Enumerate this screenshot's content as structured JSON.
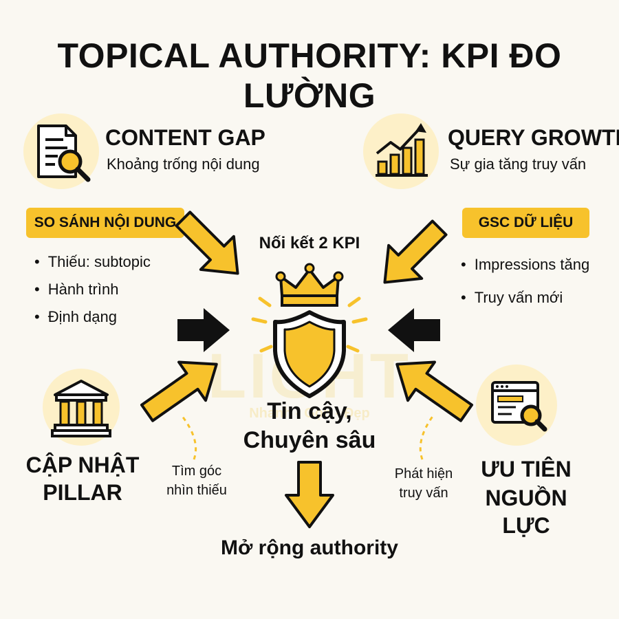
{
  "title": "TOPICAL AUTHORITY: KPI ĐO LƯỜNG",
  "left_kpi": {
    "title": "CONTENT GAP",
    "subtitle": "Khoảng trống nội dung",
    "icon": "document-search-icon"
  },
  "right_kpi": {
    "title": "QUERY GROWTH",
    "subtitle": "Sự gia tăng truy vấn",
    "icon": "growth-chart-icon"
  },
  "left_box": {
    "label": "SO SÁNH NỘI DUNG",
    "bullets": [
      "Thiếu: subtopic",
      "Hành trình",
      "Định dạng"
    ]
  },
  "right_box": {
    "label": "GSC DỮ LIỆU",
    "bullets": [
      "Impressions tăng",
      "Truy vấn mới"
    ]
  },
  "center": {
    "top_label": "Nối kết 2 KPI",
    "main_lines": [
      "Tin cậy,",
      "Chuyên sâu"
    ],
    "bottom_label": "Mở rộng authority",
    "icon": "crown-shield-icon"
  },
  "bottom_left": {
    "label_lines": [
      "CẬP NHẬT",
      "PILLAR"
    ],
    "note_lines": [
      "Tìm góc",
      "nhìn thiếu"
    ],
    "icon": "pillar-building-icon"
  },
  "bottom_right": {
    "label_lines": [
      "ƯU TIÊN",
      "NGUỒN LỰC"
    ],
    "note_lines": [
      "Phát hiện",
      "truy vấn"
    ],
    "icon": "browser-search-icon"
  },
  "watermark": {
    "text": "LIGHT",
    "subtext": "Nhanh - Gọn - Đẹp"
  },
  "colors": {
    "accent": "#f7c22c",
    "accent_light": "#fdf0c8",
    "dark": "#111111",
    "background": "#faf8f2"
  }
}
